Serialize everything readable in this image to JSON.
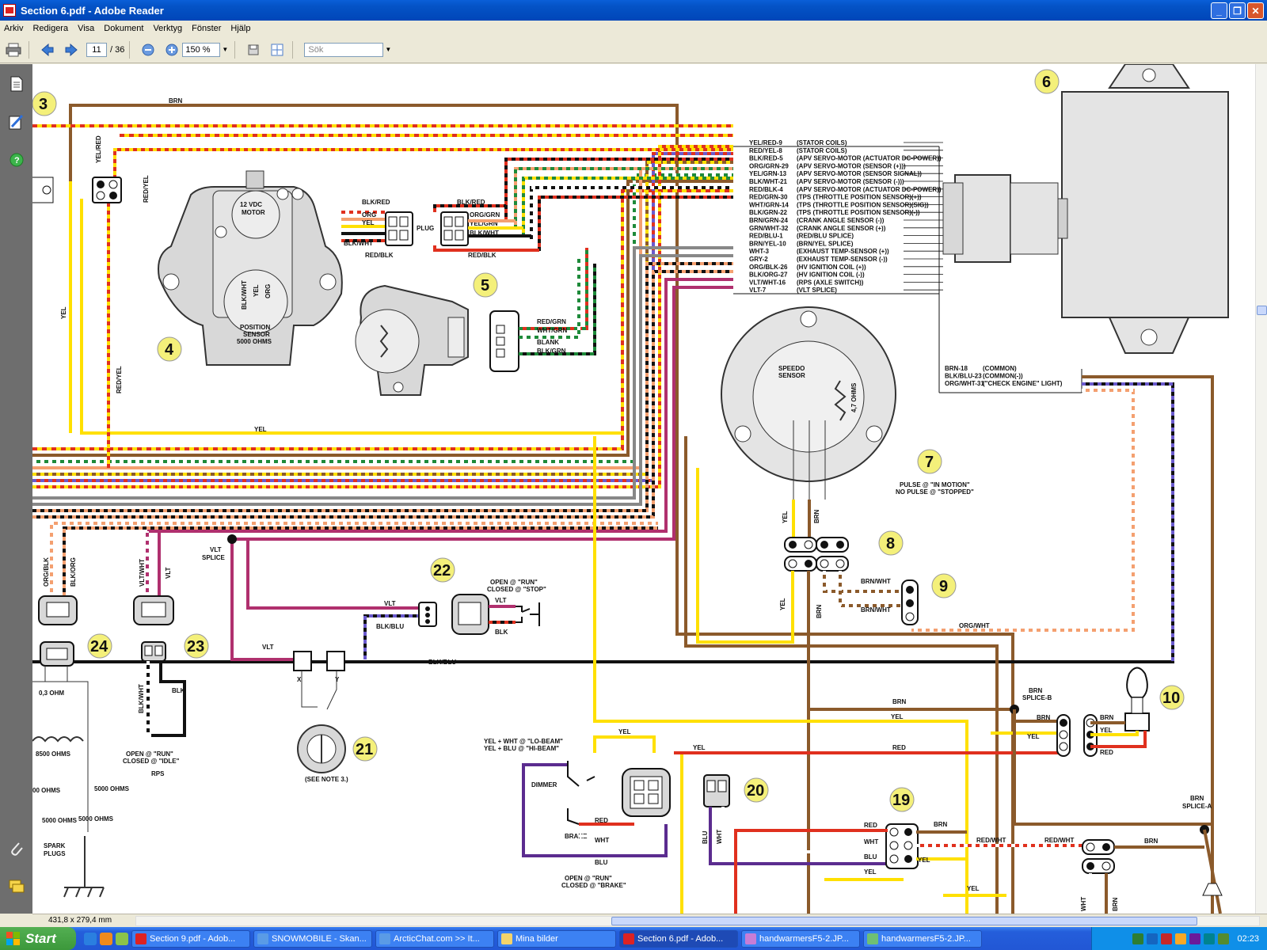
{
  "window": {
    "title": "Section 6.pdf - Adobe Reader"
  },
  "menu": [
    "Arkiv",
    "Redigera",
    "Visa",
    "Dokument",
    "Verktyg",
    "Fönster",
    "Hjälp"
  ],
  "toolbar": {
    "page_current": "11",
    "page_total": "/ 36",
    "zoom": "150 %",
    "search_placeholder": "Sök"
  },
  "status": {
    "page_size": "431,8 x 279,4 mm"
  },
  "diagram": {
    "components": {
      "c3": "3",
      "c4": "4",
      "c5": "5",
      "c6": "6",
      "c7": "7",
      "c8": "8",
      "c9": "9",
      "c10": "10",
      "c19": "19",
      "c20": "20",
      "c21": "21",
      "c22": "22",
      "c23": "23",
      "c24": "24"
    },
    "ecu_wires": [
      {
        "id": "YEL/RED-9",
        "desc": "(STATOR COILS)"
      },
      {
        "id": "RED/YEL-8",
        "desc": "(STATOR COILS)"
      },
      {
        "id": "BLK/RED-5",
        "desc": "(APV SERVO-MOTOR (ACTUATOR DC-POWER))"
      },
      {
        "id": "ORG/GRN-29",
        "desc": "(APV SERVO-MOTOR (SENSOR (+)))"
      },
      {
        "id": "YEL/GRN-13",
        "desc": "(APV SERVO-MOTOR (SENSOR SIGNAL))"
      },
      {
        "id": "BLK/WHT-21",
        "desc": "(APV SERVO-MOTOR (SENSOR (-)))"
      },
      {
        "id": "RED/BLK-4",
        "desc": "(APV SERVO-MOTOR (ACTUATOR DC-POWER))"
      },
      {
        "id": "RED/GRN-30",
        "desc": "(TPS (THROTTLE POSITION SENSOR)(+))"
      },
      {
        "id": "WHT/GRN-14",
        "desc": "(TPS (THROTTLE POSITION SENSOR)(SIG))"
      },
      {
        "id": "BLK/GRN-22",
        "desc": "(TPS (THROTTLE POSITION SENSOR)(-))"
      },
      {
        "id": "BRN/GRN-24",
        "desc": "(CRANK ANGLE SENSOR (-))"
      },
      {
        "id": "GRN/WHT-32",
        "desc": "(CRANK ANGLE SENSOR (+))"
      },
      {
        "id": "RED/BLU-1",
        "desc": "(RED/BLU SPLICE)"
      },
      {
        "id": "BRN/YEL-10",
        "desc": "(BRN/YEL SPLICE)"
      },
      {
        "id": "WHT-3",
        "desc": "(EXHAUST TEMP-SENSOR (+))"
      },
      {
        "id": "GRY-2",
        "desc": "(EXHAUST TEMP-SENSOR (-))"
      },
      {
        "id": "ORG/BLK-26",
        "desc": "(HV IGNITION COIL (+))"
      },
      {
        "id": "BLK/ORG-27",
        "desc": "(HV IGNITION COIL (-))"
      },
      {
        "id": "VLT/WHT-16",
        "desc": "(RPS (AXLE SWITCH))"
      },
      {
        "id": "VLT-7",
        "desc": "(VLT SPLICE)"
      }
    ],
    "ecu2_wires": [
      {
        "id": "BRN-18",
        "desc": "(COMMON)"
      },
      {
        "id": "BLK/BLU-23",
        "desc": "(COMMON(-))"
      },
      {
        "id": "ORG/WHT-31",
        "desc": "(\"CHECK ENGINE\" LIGHT)"
      }
    ],
    "labels": {
      "brn_top": "BRN",
      "yel_red": "YEL/RED",
      "red_yel": "RED/YEL",
      "red_yel2": "RED/YEL",
      "yel_left": "YEL",
      "yel_bottom": "YEL",
      "motor": "12 VDC",
      "motor2": "MOTOR",
      "pos_sensor": "POSITION",
      "pos_sensor2": "SENSOR",
      "ohms5000": "5000 OHMS",
      "blk_wht_v": "BLK/WHT",
      "yel_v": "YEL",
      "org_v": "ORG",
      "blk_red": "BLK/RED",
      "org": "ORG",
      "yel": "YEL",
      "blk_wht": "BLK/WHT",
      "red_blk": "RED/BLK",
      "plug": "PLUG",
      "blk_red2": "BLK/RED",
      "org_grn": "ORG/GRN",
      "yel_grn": "YEL/GRN",
      "blk_wht2": "BLK/WHT",
      "red_blk2": "RED/BLK",
      "red_grn": "RED/GRN",
      "wht_grn": "WHT/GRN",
      "blank": "BLANK",
      "blk_grn": "BLK/GRN",
      "speedo": "SPEEDO",
      "speedo2": "SENSOR",
      "ohms47": "4,7 OHMS",
      "pulse": "PULSE @ \"IN MOTION\"",
      "nopulse": "NO PULSE @ \"STOPPED\"",
      "yel_8": "YEL",
      "brn_8": "BRN",
      "yel_8b": "YEL",
      "brn_8b": "BRN",
      "brn_wht": "BRN/WHT",
      "brn_wht2": "BRN/WHT",
      "org_wht": "ORG/WHT",
      "org_blk": "ORG/BLK",
      "blk_org": "BLK/ORG",
      "vlt_wht": "VLT/WHT",
      "vlt": "VLT",
      "vlt_splice": "VLT",
      "vlt_splice2": "SPLICE",
      "vlt_22": "VLT",
      "blk_blu_22": "BLK/BLU",
      "open_run": "OPEN @ \"RUN\"",
      "closed_stop": "CLOSED @ \"STOP\"",
      "vlt_22b": "VLT",
      "blk_22b": "BLK",
      "vlt_x": "VLT",
      "x": "X",
      "y": "Y",
      "blk_blu": "BLK/BLU",
      "see_note": "(SEE NOTE 3.)",
      "ohm03": "0,3 OHM",
      "ohm8500": "8500 OHMS",
      "ohm_a": "00 OHMS",
      "ohm5000a": "5000 OHMS",
      "ohm5000b": "5000 OHMS",
      "ohm5000c": "5000 OHMS",
      "spark": "SPARK",
      "spark2": "PLUGS",
      "blk_wht_23": "BLK/WHT",
      "blk_23": "BLK",
      "open_run2": "OPEN @ \"RUN\"",
      "closed_idle": "CLOSED @ \"IDLE\"",
      "rps": "RPS",
      "lobeam": "YEL + WHT @ \"LO-BEAM\"",
      "hibeam": "YEL + BLU @ \"HI-BEAM\"",
      "yel_d": "YEL",
      "dimmer": "DIMMER",
      "brake": "BRAKE",
      "red_d": "RED",
      "wht_d": "WHT",
      "blu_d": "BLU",
      "open_run3": "OPEN @ \"RUN\"",
      "closed_brake": "CLOSED @ \"BRAKE\"",
      "yel_20": "YEL",
      "blu_20": "BLU",
      "wht_20": "WHT",
      "brn_s": "BRN",
      "yel_s": "YEL",
      "red_s": "RED",
      "brn_splice_b": "BRN",
      "brn_splice_b2": "SPLICE-B",
      "brn_b": "BRN",
      "yel_b": "YEL",
      "brn_10": "BRN",
      "yel_10": "YEL",
      "red_10": "RED",
      "red_19": "RED",
      "brn_19": "BRN",
      "wht_19": "WHT",
      "blu_19": "BLU",
      "yel_19": "YEL",
      "yel_19b": "YEL",
      "yel_19c": "YEL",
      "red_wht": "RED/WHT",
      "red_wht2": "RED/WHT",
      "brn_a": "BRN",
      "brn_splice_a": "BRN",
      "brn_splice_a2": "SPLICE-A",
      "wht_bottom": "WHT",
      "brn_bottom": "BRN"
    }
  },
  "taskbar": {
    "start": "Start",
    "tasks": [
      "Section 9.pdf - Adob...",
      "SNOWMOBILE - Skan...",
      "ArcticChat.com >> It...",
      "Mina bilder",
      "Section 6.pdf - Adob...",
      "handwarmersF5-2.JP...",
      "handwarmersF5-2.JP..."
    ],
    "clock": "02:23"
  },
  "colors": {
    "titlebar": "#0054E3",
    "taskbar": "#245EDB",
    "start": "#3C983B",
    "brn": "#8B5A2B",
    "yel": "#FFE000",
    "red": "#E0301E",
    "blk": "#111111",
    "vlt": "#B0306E",
    "grn": "#1E8A3A",
    "org": "#F4A070",
    "blu": "#5B2C8F"
  }
}
